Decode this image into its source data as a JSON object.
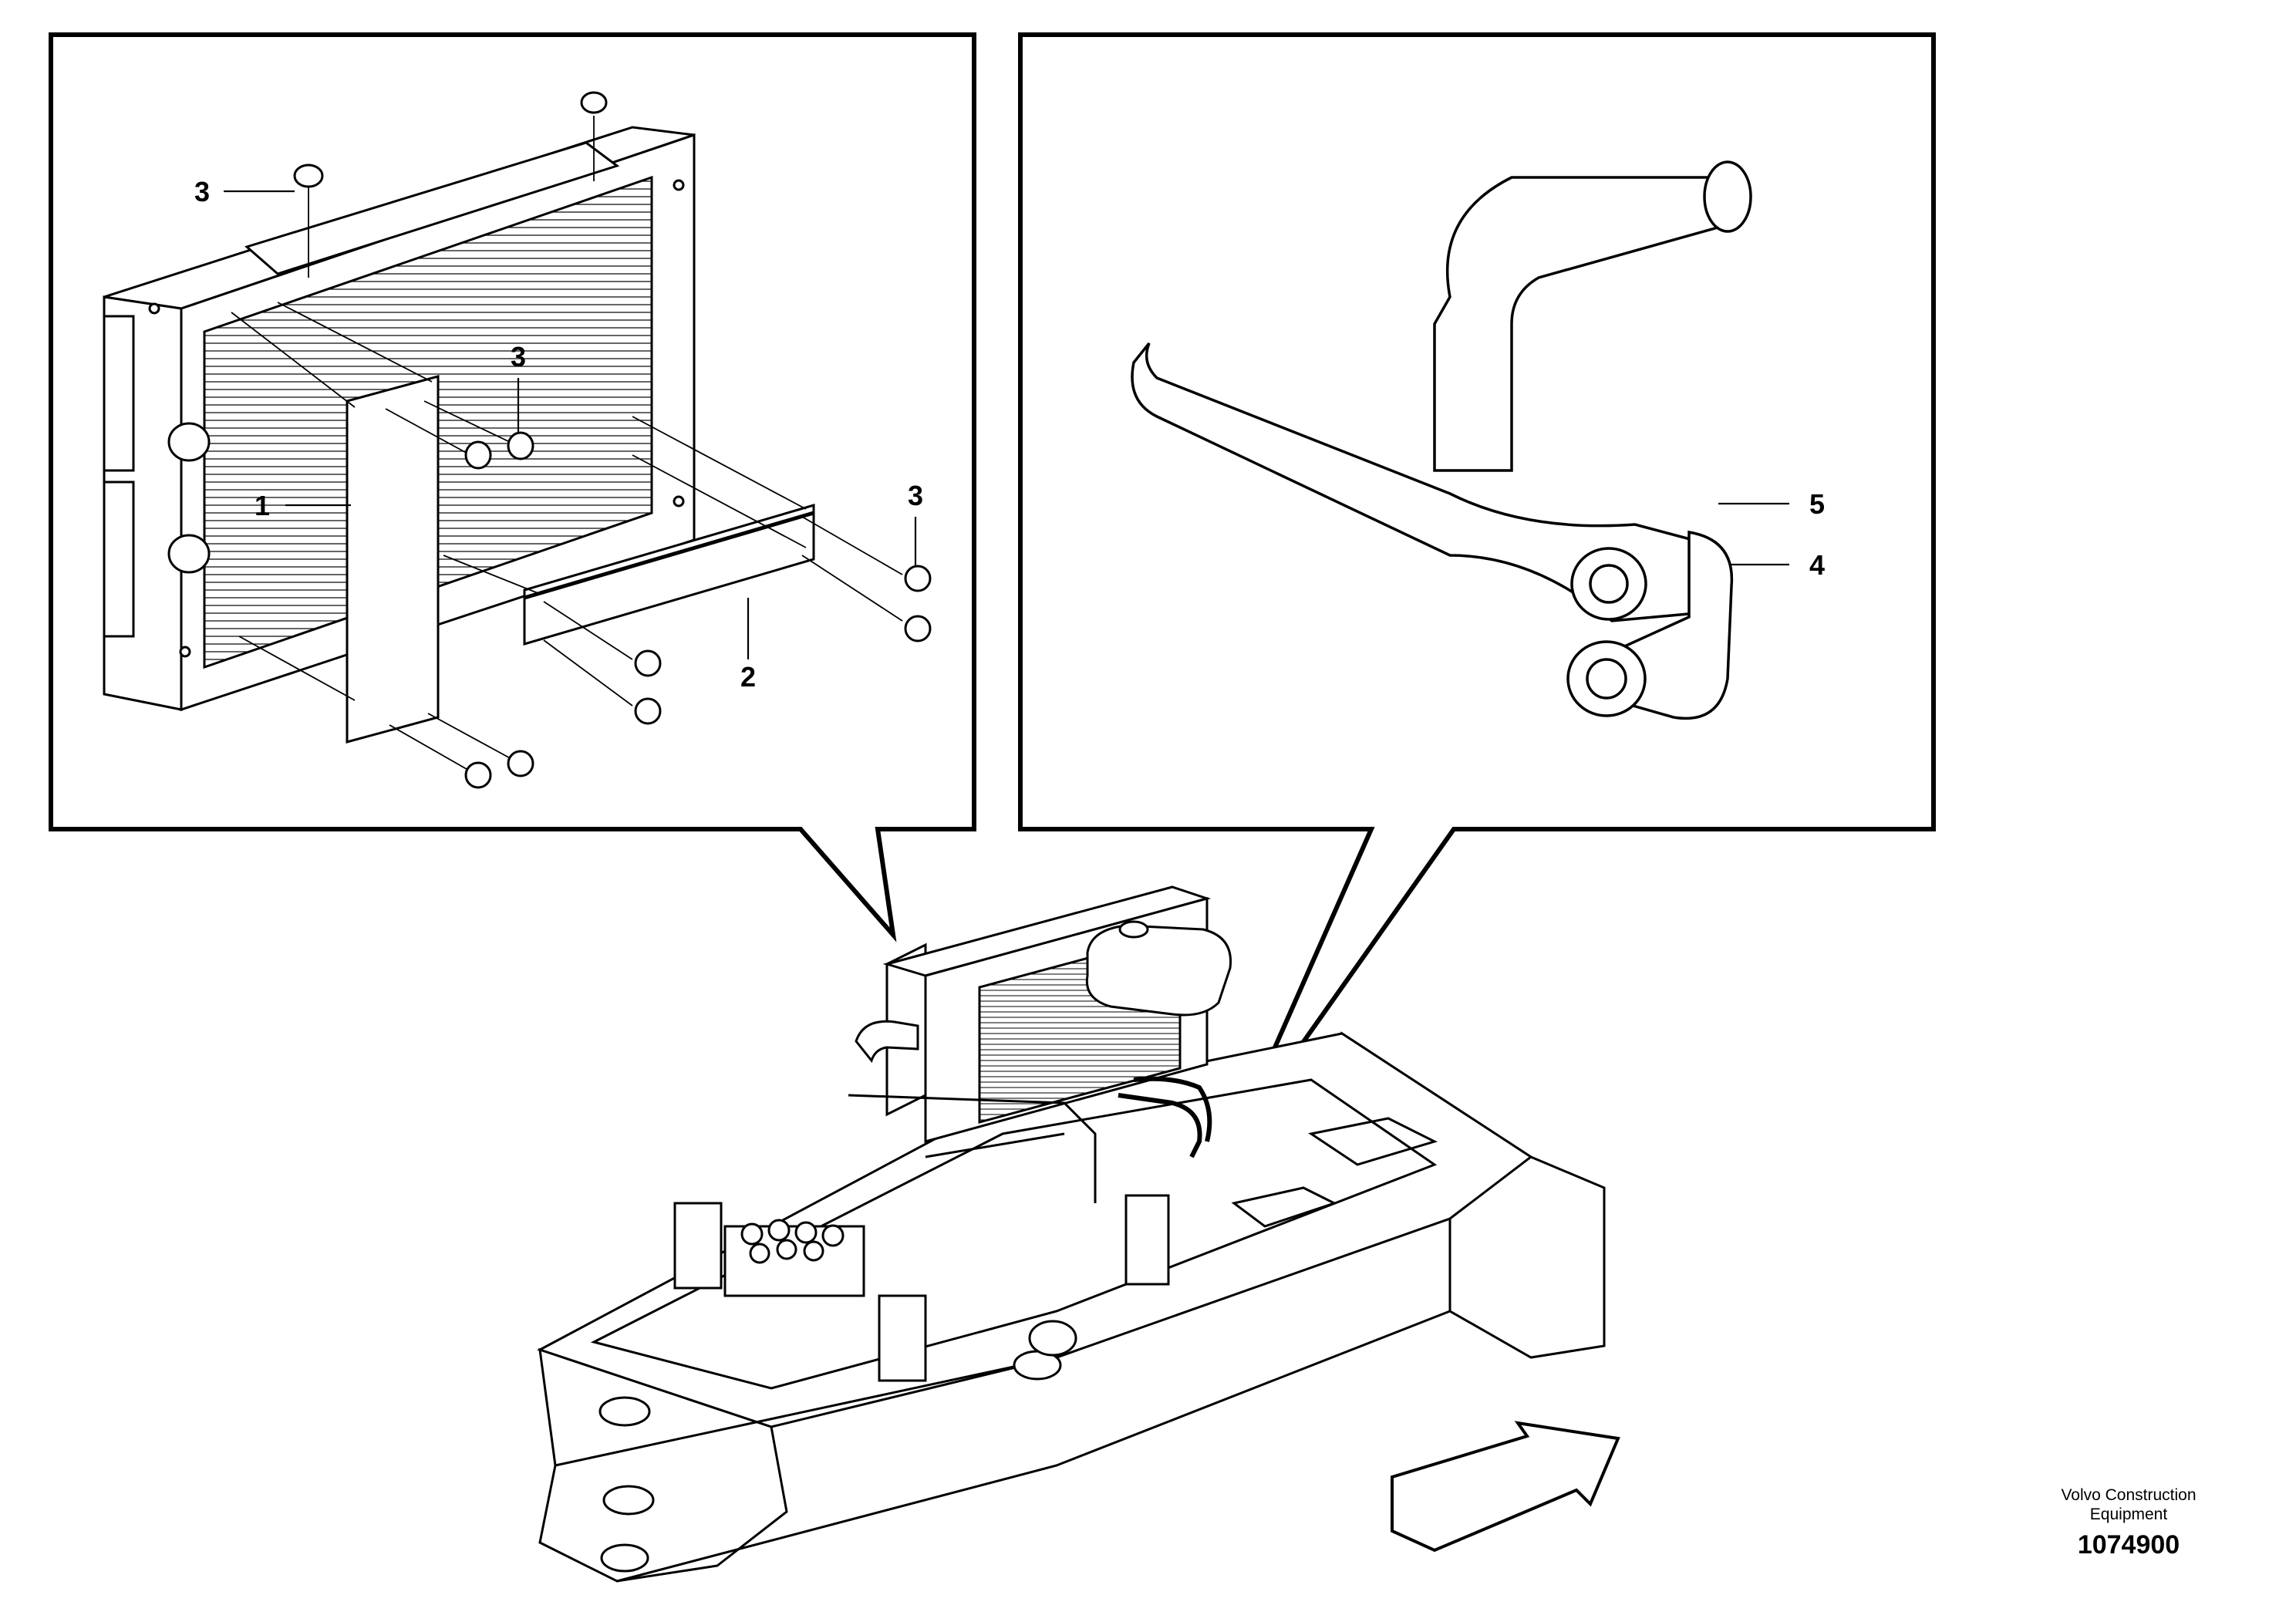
{
  "callouts": {
    "left": [
      {
        "id": "1",
        "text": "1"
      },
      {
        "id": "2",
        "text": "2"
      },
      {
        "id": "3a",
        "text": "3"
      },
      {
        "id": "3b",
        "text": "3"
      },
      {
        "id": "3c",
        "text": "3"
      }
    ],
    "right": [
      {
        "id": "5",
        "text": "5"
      },
      {
        "id": "4",
        "text": "4"
      }
    ]
  },
  "credit": {
    "line1": "Volvo Construction",
    "line2": "Equipment"
  },
  "part_number": "1074900",
  "colors": {
    "ink": "#000000",
    "paper": "#ffffff"
  }
}
